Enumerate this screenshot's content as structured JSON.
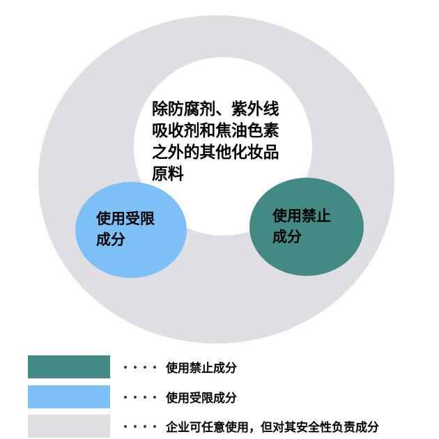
{
  "diagram": {
    "center_text": "除防腐剂、紫外线\n吸收剂和焦油色素\n之外的其他化妆品\n原料",
    "blue_circle_label": "使用受限\n成分",
    "teal_circle_label": "使用禁止\n成分",
    "colors": {
      "outer_gray": "#dfdfe3",
      "inner_white": "#ffffff",
      "blue": "#7cc0f7",
      "teal": "#438a84",
      "text": "#000000"
    }
  },
  "legend": {
    "items": [
      {
        "color": "#438a84",
        "label": "使用禁止成分"
      },
      {
        "color": "#7cc0f7",
        "label": "使用受限成分"
      },
      {
        "color": "#dfdfe3",
        "label": "企业可任意使用，但对其安全性负责成分"
      }
    ]
  }
}
